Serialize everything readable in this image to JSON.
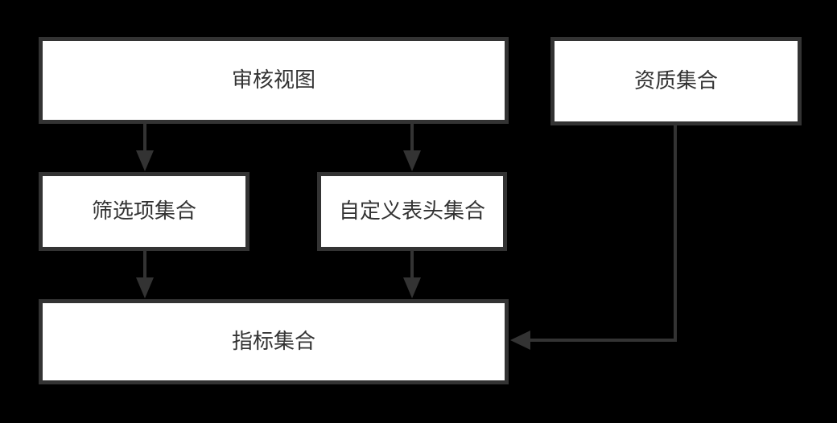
{
  "diagram": {
    "colors": {
      "background": "#000000",
      "node_fill": "#ffffff",
      "stroke": "#333333",
      "text": "#333333"
    },
    "nodes": [
      {
        "id": "audit-view",
        "label": "审核视图"
      },
      {
        "id": "qualification-set",
        "label": "资质集合"
      },
      {
        "id": "filter-options-set",
        "label": "筛选项集合"
      },
      {
        "id": "custom-header-set",
        "label": "自定义表头集合"
      },
      {
        "id": "indicator-set",
        "label": "指标集合"
      }
    ],
    "edges": [
      {
        "from": "audit-view",
        "to": "filter-options-set"
      },
      {
        "from": "audit-view",
        "to": "custom-header-set"
      },
      {
        "from": "filter-options-set",
        "to": "indicator-set"
      },
      {
        "from": "custom-header-set",
        "to": "indicator-set"
      },
      {
        "from": "qualification-set",
        "to": "indicator-set"
      }
    ]
  }
}
